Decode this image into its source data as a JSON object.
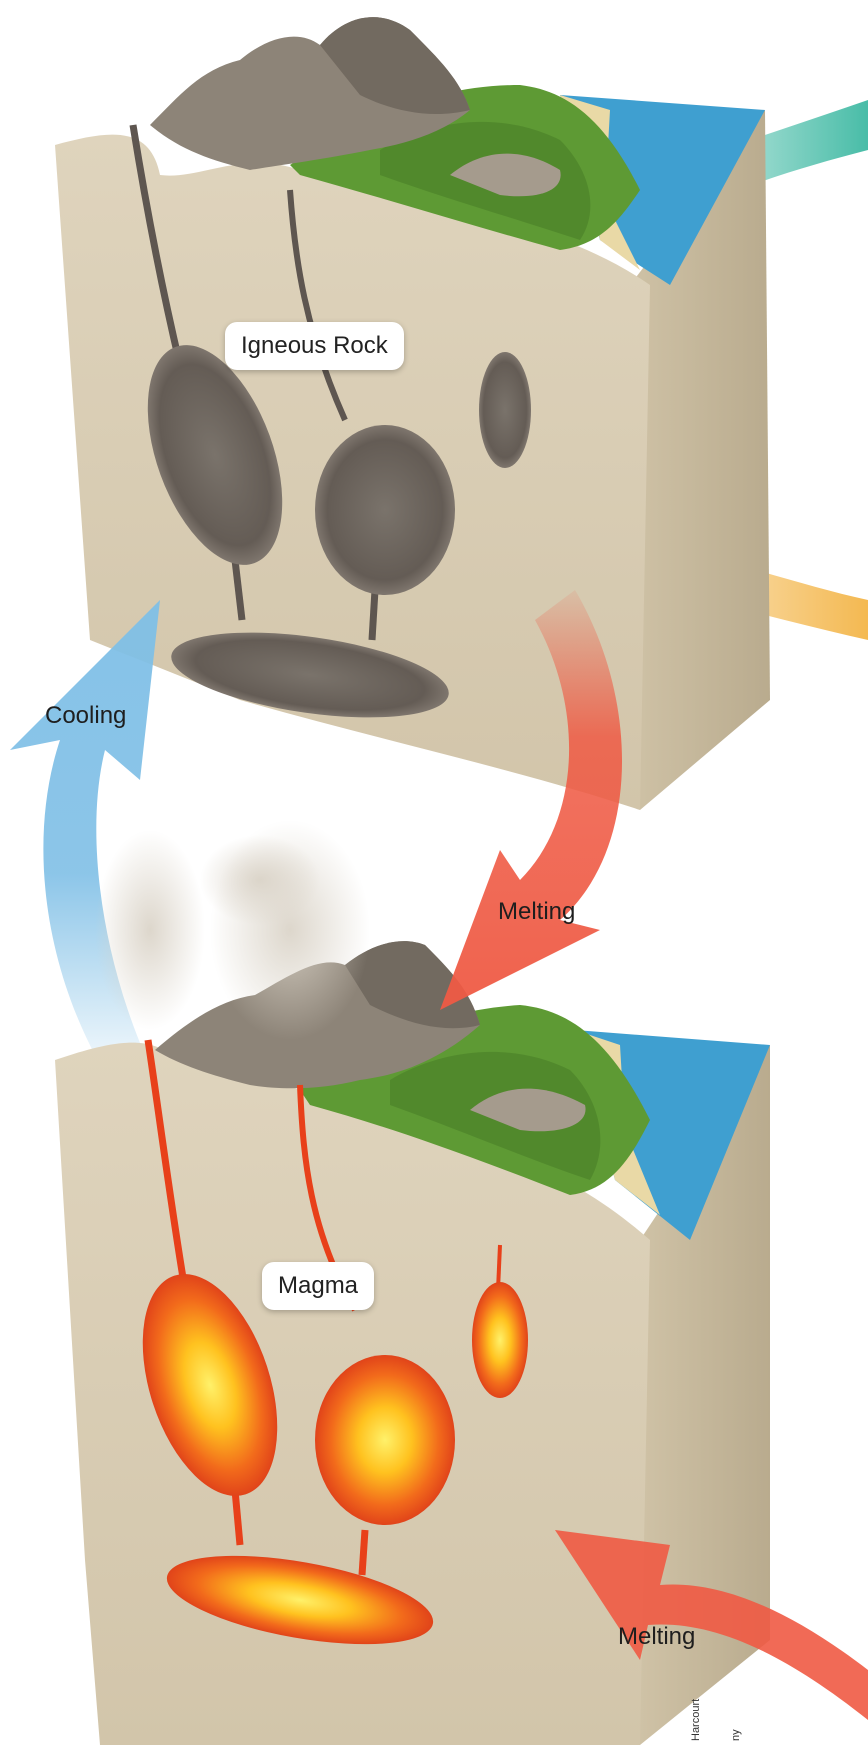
{
  "labels": {
    "igneous_rock": "Igneous Rock",
    "magma": "Magma",
    "cooling": "Cooling",
    "melting_top": "Melting",
    "melting_bottom": "Melting"
  },
  "credit": {
    "line1": "Harcourt",
    "line2": "ny"
  },
  "colors": {
    "rock_face": "#d8ccb4",
    "rock_side": "#c4b79d",
    "igneous_body": "#6b625c",
    "magma_outer": "#e8401a",
    "magma_inner": "#ffd23a",
    "water": "#3f9fd0",
    "grass": "#5e9a34",
    "mountain": "#8d8478",
    "arrow_cooling": "#7fbfe6",
    "arrow_melting": "#ef5a44",
    "arrow_teal": "#3fb9a3",
    "arrow_orange": "#f3b548"
  }
}
